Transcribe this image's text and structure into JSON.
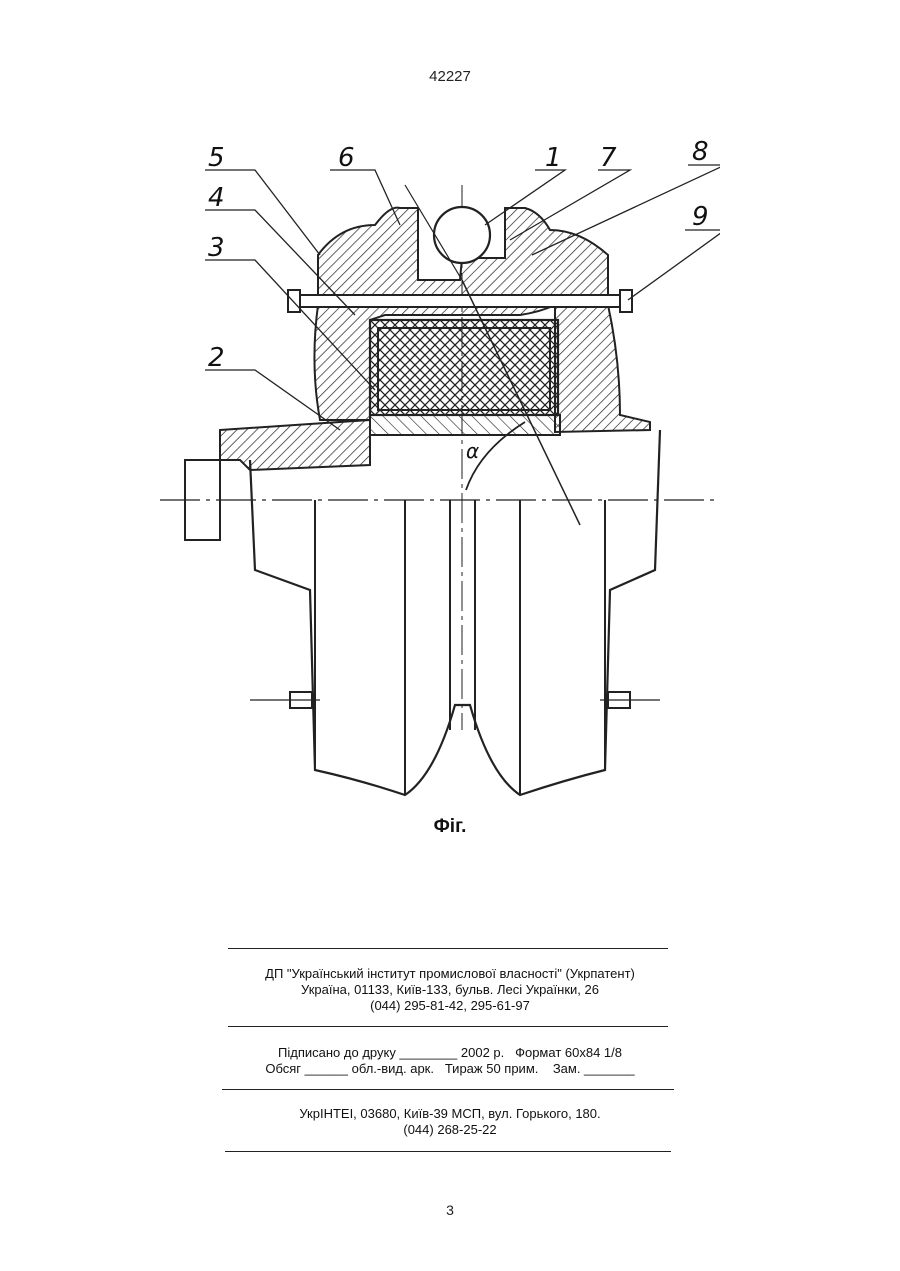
{
  "header": {
    "doc_number": "42227"
  },
  "figure": {
    "caption": "Фіг.",
    "labels": [
      "5",
      "6",
      "1",
      "7",
      "8",
      "4",
      "3",
      "2",
      "9"
    ],
    "angle_label": "α"
  },
  "imprint": {
    "publisher": {
      "line1": "ДП \"Український інститут промислової власності\" (Укрпатент)",
      "line2": "Україна, 01133, Київ-133, бульв. Лесі Українки, 26",
      "line3": "(044) 295-81-42, 295-61-97"
    },
    "print_info": {
      "line1": "Підписано до друку ________ 2002 р.   Формат 60х84 1/8",
      "line2": "Обсяг ______ обл.-вид. арк.   Тираж 50 прим.    Зам. _______"
    },
    "printer": {
      "line1": "УкрІНТЕІ, 03680, Київ-39 МСП, вул. Горького, 180.",
      "line2": "(044) 268-25-22"
    }
  },
  "footer": {
    "page_number": "3"
  }
}
